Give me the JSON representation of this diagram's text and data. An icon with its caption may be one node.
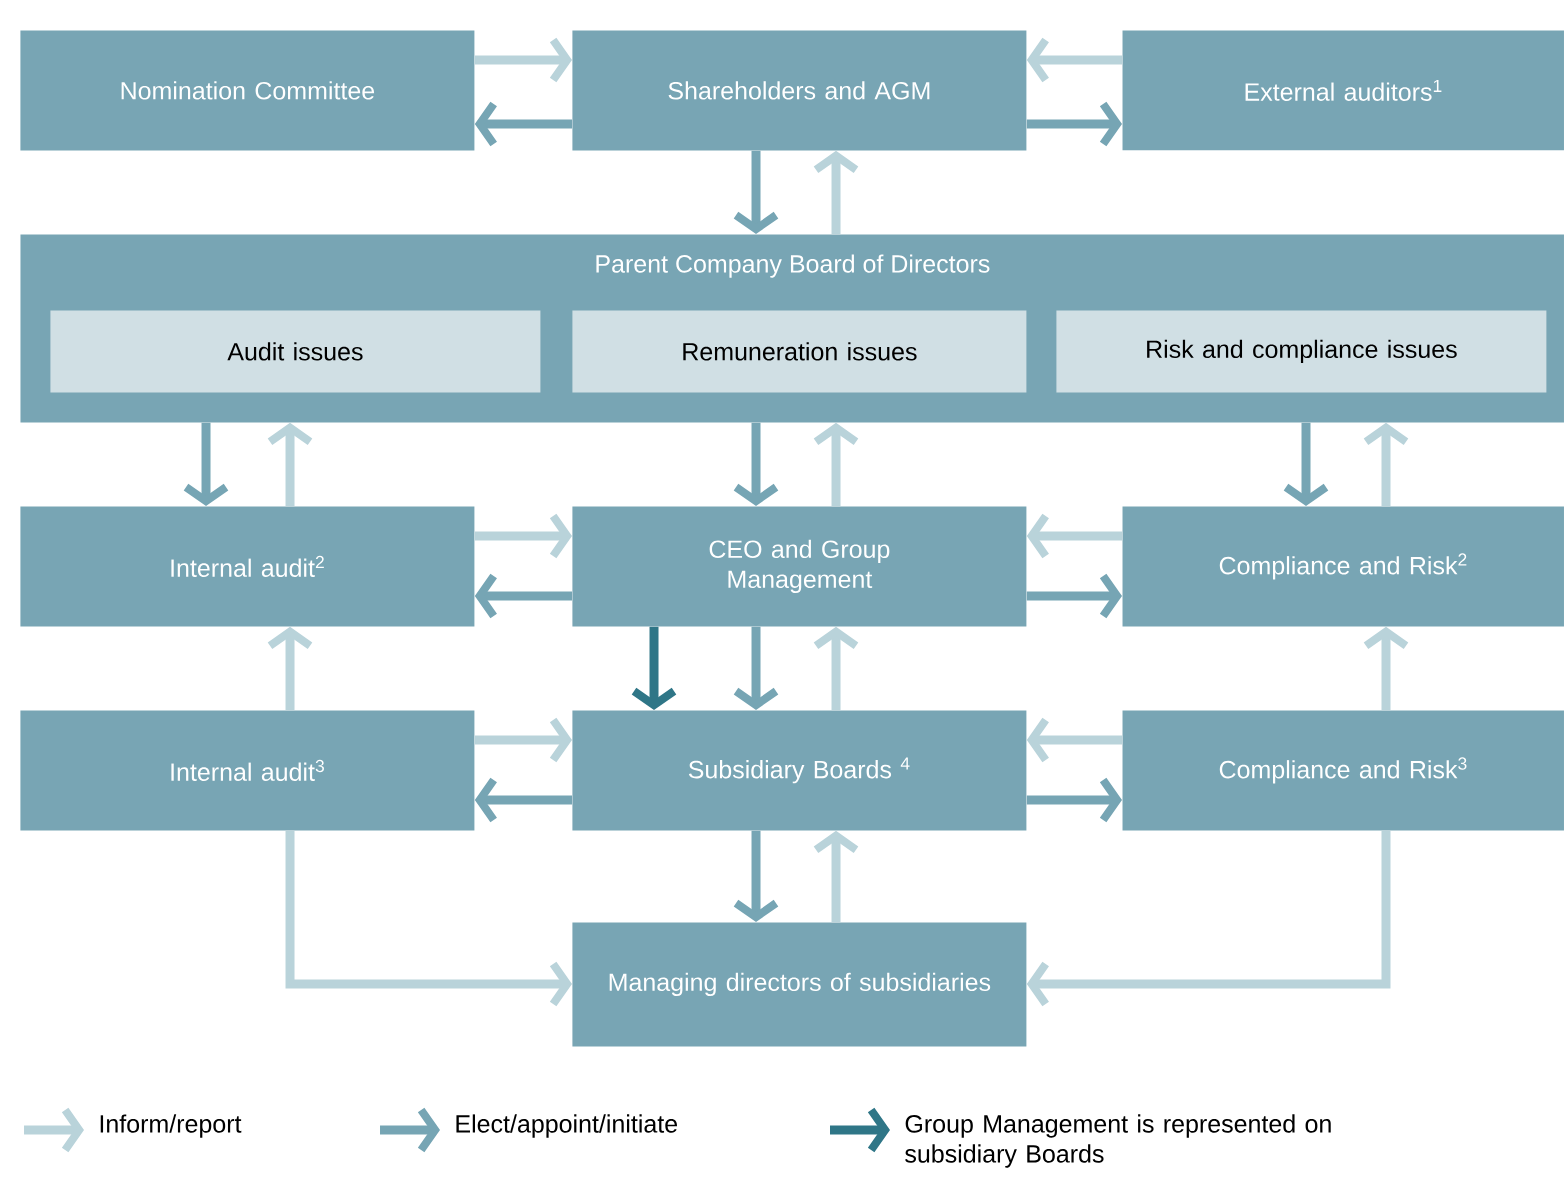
{
  "diagram": {
    "nodes": [
      {
        "text": [
          "Nomination Committee"
        ]
      },
      {
        "text": [
          "Shareholders and AGM"
        ]
      },
      {
        "text": [
          "External auditors$^{1}$"
        ]
      },
      {
        "text": [
          "Parent Company Board of Directors"
        ]
      },
      {
        "text": [
          "Audit issues"
        ],
        "in": 3
      },
      {
        "text": [
          "Remuneration issues"
        ],
        "in": 3
      },
      {
        "text": [
          "Risk and compliance issues"
        ],
        "in": 3
      },
      {
        "text": [
          "Internal audit$^{2}$"
        ]
      },
      {
        "text": [
          "CEO and Group Management"
        ]
      },
      {
        "text": [
          "Compliance and Risk$^{2}$"
        ]
      },
      {
        "text": [
          "Internal audit$^{3}$"
        ]
      },
      {
        "text": [
          "Subsidiary Boards $^{4}$"
        ]
      },
      {
        "text": [
          "Compliance and Risk$^{3}$"
        ]
      },
      {
        "text": [
          "Managing directors of subsidiaries"
        ]
      }
    ],
    "edges": [
      {
        "from": 0,
        "to": 1,
        "arrow": "to"
      },
      {
        "from": 1,
        "to": 0,
        "arrow": "to",
        "color": "#76a5b4"
      },
      {
        "from": 2,
        "to": 1,
        "arrow": "to"
      },
      {
        "from": 1,
        "to": 2,
        "arrow": "to",
        "color": "#76a5b4"
      },
      {
        "from": 1,
        "to": 3,
        "arrow": "to",
        "color": "#76a5b4"
      },
      {
        "from": 3,
        "to": 1,
        "arrow": "to"
      },
      {
        "from": 3,
        "to": 7,
        "arrow": "to",
        "color": "#76a5b4"
      },
      {
        "from": 7,
        "to": 3,
        "arrow": "to"
      },
      {
        "from": 3,
        "to": 8,
        "arrow": "to",
        "color": "#76a5b4"
      },
      {
        "from": 8,
        "to": 3,
        "arrow": "to"
      },
      {
        "from": 3,
        "to": 9,
        "arrow": "to",
        "color": "#76a5b4"
      },
      {
        "from": 9,
        "to": 3,
        "arrow": "to"
      },
      {
        "from": 7,
        "to": 8,
        "arrow": "to"
      },
      {
        "from": 8,
        "to": 7,
        "arrow": "to",
        "color": "#76a5b4"
      },
      {
        "from": 9,
        "to": 8,
        "arrow": "to"
      },
      {
        "from": 8,
        "to": 9,
        "arrow": "to",
        "color": "#76a5b4"
      },
      {
        "from": 10,
        "to": 7,
        "arrow": "to"
      },
      {
        "from": 8,
        "to": 11,
        "arrow": "to",
        "color": "#2f7687"
      },
      {
        "from": 8,
        "to": 11,
        "arrow": "to",
        "color": "#76a5b4"
      },
      {
        "from": 11,
        "to": 8,
        "arrow": "to"
      },
      {
        "from": 12,
        "to": 9,
        "arrow": "to"
      },
      {
        "from": 10,
        "to": 11,
        "arrow": "to"
      },
      {
        "from": 11,
        "to": 10,
        "arrow": "to",
        "color": "#76a5b4"
      },
      {
        "from": 12,
        "to": 11,
        "arrow": "to"
      },
      {
        "from": 11,
        "to": 12,
        "arrow": "to",
        "color": "#76a5b4"
      },
      {
        "from": 11,
        "to": 13,
        "arrow": "to",
        "color": "#76a5b4"
      },
      {
        "from": 13,
        "to": 11,
        "arrow": "to"
      },
      {
        "from": 10,
        "to": 13,
        "arrow": "to"
      },
      {
        "from": 12,
        "to": 13,
        "arrow": "to"
      }
    ],
    "legend": [
      {
        "text": "Inform/report",
        "color": "#b9d3da"
      },
      {
        "text": "Elect/appoint/initiate",
        "color": "#76a5b4"
      },
      {
        "text": "Group Management is represented on subsidiary Boards",
        "color": "#2f7687"
      }
    ]
  }
}
